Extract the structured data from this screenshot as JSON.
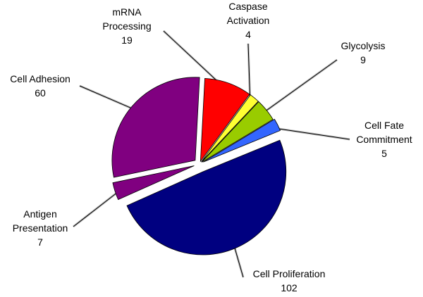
{
  "chart_data": {
    "type": "pie",
    "title": "",
    "start_angle_deg": 3,
    "direction": "clockwise",
    "slices": [
      {
        "label_lines": [
          "mRNA",
          "Processing"
        ],
        "value": 19,
        "color": "#FF0000"
      },
      {
        "label_lines": [
          "Caspase",
          "Activation"
        ],
        "value": 4,
        "color": "#FFFF33"
      },
      {
        "label_lines": [
          "Glycolysis"
        ],
        "value": 9,
        "color": "#99CC00"
      },
      {
        "label_lines": [
          "Cell Fate",
          "Commitment"
        ],
        "value": 5,
        "color": "#3366FF"
      },
      {
        "label_lines": [
          "Cell Proliferation"
        ],
        "value": 102,
        "color": "#000080"
      },
      {
        "label_lines": [
          "Antigen",
          "Presentation"
        ],
        "value": 7,
        "color": "#800080"
      },
      {
        "label_lines": [
          "Cell Adhesion"
        ],
        "value": 60,
        "color": "#800080"
      }
    ]
  }
}
